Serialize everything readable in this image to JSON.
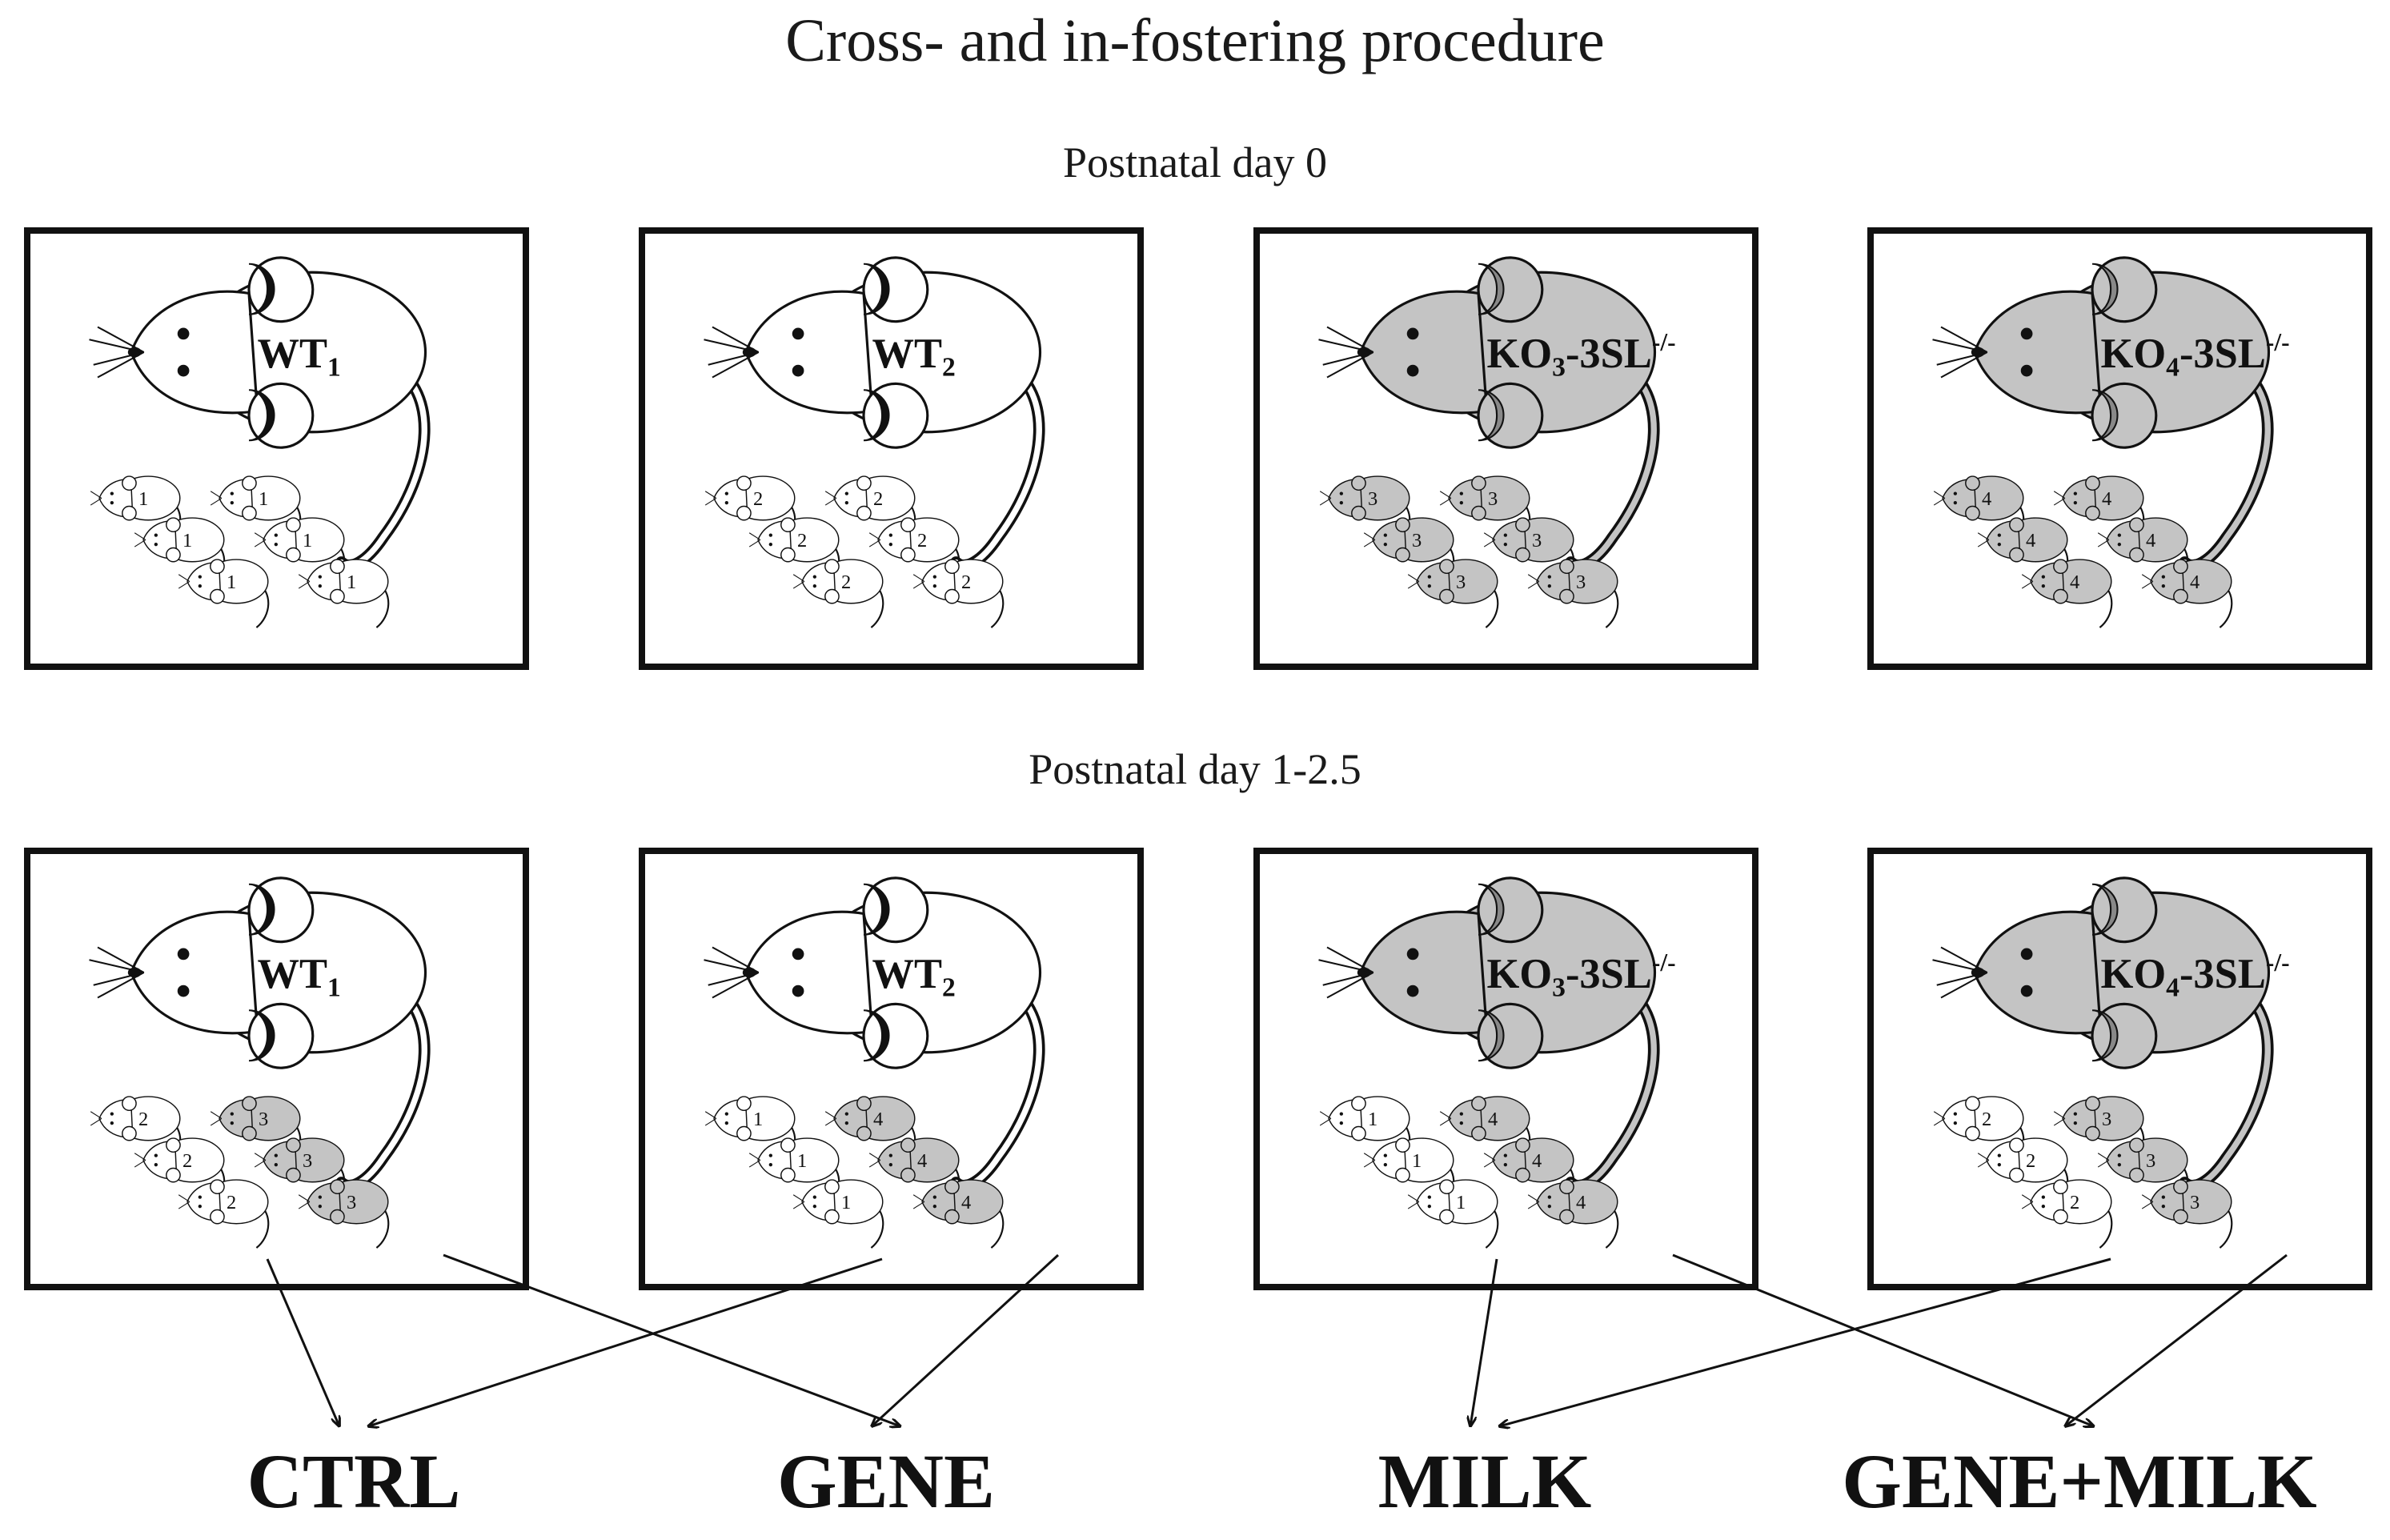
{
  "title": "Cross- and in-fostering procedure",
  "day0": {
    "label": "Postnatal day 0",
    "cages": [
      {
        "mother": {
          "base": "WT",
          "sub": "1",
          "genotype": "",
          "fill": "white"
        },
        "pups": [
          {
            "n": "1",
            "fill": "white"
          },
          {
            "n": "1",
            "fill": "white"
          }
        ]
      },
      {
        "mother": {
          "base": "WT",
          "sub": "2",
          "genotype": "",
          "fill": "white"
        },
        "pups": [
          {
            "n": "2",
            "fill": "white"
          },
          {
            "n": "2",
            "fill": "white"
          }
        ]
      },
      {
        "mother": {
          "base": "KO",
          "sub": "3",
          "genotype": "-3SL",
          "sup": "-/-",
          "fill": "grey"
        },
        "pups": [
          {
            "n": "3",
            "fill": "grey"
          },
          {
            "n": "3",
            "fill": "grey"
          }
        ]
      },
      {
        "mother": {
          "base": "KO",
          "sub": "4",
          "genotype": "-3SL",
          "sup": "-/-",
          "fill": "grey"
        },
        "pups": [
          {
            "n": "4",
            "fill": "grey"
          },
          {
            "n": "4",
            "fill": "grey"
          }
        ]
      }
    ]
  },
  "day1": {
    "label": "Postnatal day 1-2.5",
    "cages": [
      {
        "mother": {
          "base": "WT",
          "sub": "1",
          "genotype": "",
          "fill": "white"
        },
        "pups": [
          {
            "n": "2",
            "fill": "white"
          },
          {
            "n": "3",
            "fill": "grey"
          }
        ]
      },
      {
        "mother": {
          "base": "WT",
          "sub": "2",
          "genotype": "",
          "fill": "white"
        },
        "pups": [
          {
            "n": "1",
            "fill": "white"
          },
          {
            "n": "4",
            "fill": "grey"
          }
        ]
      },
      {
        "mother": {
          "base": "KO",
          "sub": "3",
          "genotype": "-3SL",
          "sup": "-/-",
          "fill": "grey"
        },
        "pups": [
          {
            "n": "1",
            "fill": "white"
          },
          {
            "n": "4",
            "fill": "grey"
          }
        ]
      },
      {
        "mother": {
          "base": "KO",
          "sub": "4",
          "genotype": "-3SL",
          "sup": "-/-",
          "fill": "grey"
        },
        "pups": [
          {
            "n": "2",
            "fill": "white"
          },
          {
            "n": "3",
            "fill": "grey"
          }
        ]
      }
    ]
  },
  "groups": [
    "CTRL",
    "GENE",
    "MILK",
    "GENE+MILK"
  ],
  "arrows": [
    {
      "from_cage": 0,
      "from_column": 0,
      "to_group": 0
    },
    {
      "from_cage": 0,
      "from_column": 1,
      "to_group": 1
    },
    {
      "from_cage": 1,
      "from_column": 0,
      "to_group": 0
    },
    {
      "from_cage": 1,
      "from_column": 1,
      "to_group": 1
    },
    {
      "from_cage": 2,
      "from_column": 0,
      "to_group": 2
    },
    {
      "from_cage": 2,
      "from_column": 1,
      "to_group": 3
    },
    {
      "from_cage": 3,
      "from_column": 0,
      "to_group": 2
    },
    {
      "from_cage": 3,
      "from_column": 1,
      "to_group": 3
    }
  ],
  "colors": {
    "grey": "#c4c4c4",
    "white": "#ffffff",
    "ink": "#111111"
  }
}
